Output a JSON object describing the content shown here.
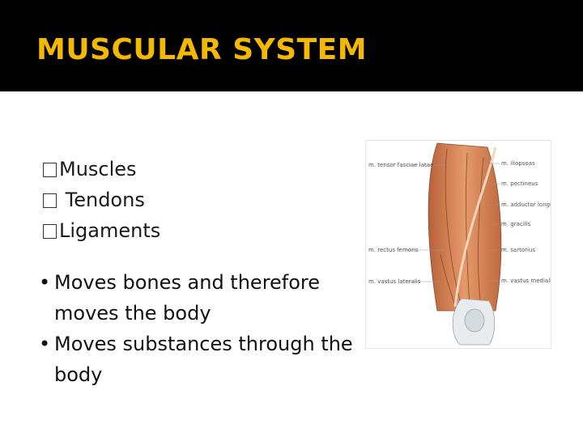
{
  "slide": {
    "title": "MUSCULAR SYSTEM",
    "checklist": [
      {
        "label": "Muscles"
      },
      {
        "label": "Tendons"
      },
      {
        "label": "Ligaments"
      }
    ],
    "bullets": [
      {
        "text": "Moves bones and therefore moves the body"
      },
      {
        "text": "Moves substances through the body"
      }
    ]
  },
  "figure": {
    "labels_left": [
      "m. tensor fasciae latae",
      "m. rectus femoris",
      "m. vastus lateralis"
    ],
    "labels_right": [
      "m. iliopsoas",
      "m. pectineus",
      "m. adductor longus",
      "m. gracilis",
      "m. sartorius",
      "m. vastus medialis"
    ]
  },
  "colors": {
    "title": "#f5b800",
    "title_bar": "#000000",
    "muscle": "#d9895a"
  },
  "icons": [
    "checkbox-icon",
    "bullet-icon"
  ]
}
